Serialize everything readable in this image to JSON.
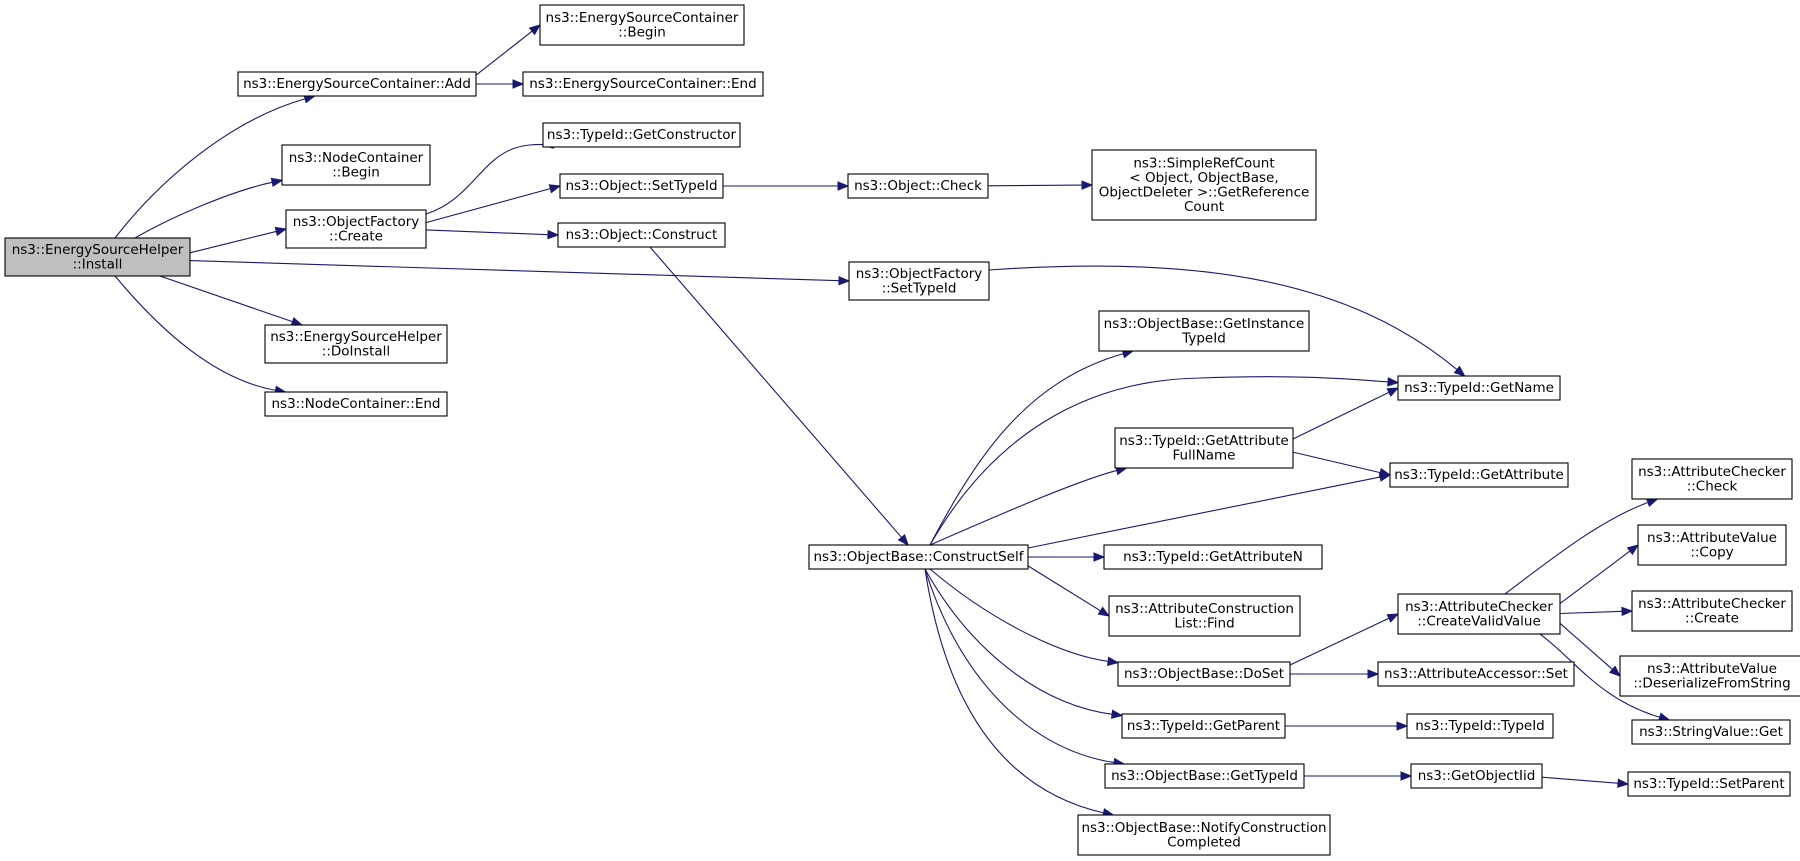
{
  "diagram": {
    "type": "call-graph",
    "colors": {
      "edge": "#191970",
      "root_fill": "#bfbfbf",
      "node_fill": "#ffffff",
      "border": "#000000"
    },
    "nodes": [
      {
        "id": "install",
        "lines": [
          "ns3::EnergySourceHelper",
          "::Install"
        ],
        "root": true
      },
      {
        "id": "esc_add",
        "lines": [
          "ns3::EnergySourceContainer::Add"
        ]
      },
      {
        "id": "esc_begin",
        "lines": [
          "ns3::EnergySourceContainer",
          "::Begin"
        ]
      },
      {
        "id": "esc_end",
        "lines": [
          "ns3::EnergySourceContainer::End"
        ]
      },
      {
        "id": "nc_begin",
        "lines": [
          "ns3::NodeContainer",
          "::Begin"
        ]
      },
      {
        "id": "of_create",
        "lines": [
          "ns3::ObjectFactory",
          "::Create"
        ]
      },
      {
        "id": "tid_getctor",
        "lines": [
          "ns3::TypeId::GetConstructor"
        ]
      },
      {
        "id": "obj_settypeid",
        "lines": [
          "ns3::Object::SetTypeId"
        ]
      },
      {
        "id": "obj_check",
        "lines": [
          "ns3::Object::Check"
        ]
      },
      {
        "id": "srefcount",
        "lines": [
          "ns3::SimpleRefCount",
          "< Object, ObjectBase,",
          "ObjectDeleter >::GetReference",
          "Count"
        ]
      },
      {
        "id": "obj_construct",
        "lines": [
          "ns3::Object::Construct"
        ]
      },
      {
        "id": "of_settypeid",
        "lines": [
          "ns3::ObjectFactory",
          "::SetTypeId"
        ]
      },
      {
        "id": "esh_doinstall",
        "lines": [
          "ns3::EnergySourceHelper",
          "::DoInstall"
        ]
      },
      {
        "id": "nc_end",
        "lines": [
          "ns3::NodeContainer::End"
        ]
      },
      {
        "id": "ob_getinst",
        "lines": [
          "ns3::ObjectBase::GetInstance",
          "TypeId"
        ]
      },
      {
        "id": "tid_getname",
        "lines": [
          "ns3::TypeId::GetName"
        ]
      },
      {
        "id": "tid_getattrfull",
        "lines": [
          "ns3::TypeId::GetAttribute",
          "FullName"
        ]
      },
      {
        "id": "tid_getattr",
        "lines": [
          "ns3::TypeId::GetAttribute"
        ]
      },
      {
        "id": "ob_constructself",
        "lines": [
          "ns3::ObjectBase::ConstructSelf"
        ]
      },
      {
        "id": "tid_getattrn",
        "lines": [
          "ns3::TypeId::GetAttributeN"
        ]
      },
      {
        "id": "acl_find",
        "lines": [
          "ns3::AttributeConstruction",
          "List::Find"
        ]
      },
      {
        "id": "ob_doset",
        "lines": [
          "ns3::ObjectBase::DoSet"
        ]
      },
      {
        "id": "aa_set",
        "lines": [
          "ns3::AttributeAccessor::Set"
        ]
      },
      {
        "id": "ac_createvalid",
        "lines": [
          "ns3::AttributeChecker",
          "::CreateValidValue"
        ]
      },
      {
        "id": "ac_check",
        "lines": [
          "ns3::AttributeChecker",
          "::Check"
        ]
      },
      {
        "id": "av_copy",
        "lines": [
          "ns3::AttributeValue",
          "::Copy"
        ]
      },
      {
        "id": "ac_create",
        "lines": [
          "ns3::AttributeChecker",
          "::Create"
        ]
      },
      {
        "id": "av_deser",
        "lines": [
          "ns3::AttributeValue",
          "::DeserializeFromString"
        ]
      },
      {
        "id": "sv_get",
        "lines": [
          "ns3::StringValue::Get"
        ]
      },
      {
        "id": "tid_getparent",
        "lines": [
          "ns3::TypeId::GetParent"
        ]
      },
      {
        "id": "tid_typeid",
        "lines": [
          "ns3::TypeId::TypeId"
        ]
      },
      {
        "id": "ob_gettypeid",
        "lines": [
          "ns3::ObjectBase::GetTypeId"
        ]
      },
      {
        "id": "getobjectiid",
        "lines": [
          "ns3::GetObjectIid"
        ]
      },
      {
        "id": "tid_setparent",
        "lines": [
          "ns3::TypeId::SetParent"
        ]
      },
      {
        "id": "ob_notify",
        "lines": [
          "ns3::ObjectBase::NotifyConstruction",
          "Completed"
        ]
      }
    ],
    "edges": [
      {
        "from": "install",
        "to": "esc_add"
      },
      {
        "from": "install",
        "to": "nc_begin"
      },
      {
        "from": "install",
        "to": "of_create"
      },
      {
        "from": "install",
        "to": "of_settypeid"
      },
      {
        "from": "install",
        "to": "esh_doinstall"
      },
      {
        "from": "install",
        "to": "nc_end"
      },
      {
        "from": "esc_add",
        "to": "esc_begin"
      },
      {
        "from": "esc_add",
        "to": "esc_end"
      },
      {
        "from": "of_create",
        "to": "tid_getctor"
      },
      {
        "from": "of_create",
        "to": "obj_settypeid"
      },
      {
        "from": "of_create",
        "to": "obj_construct"
      },
      {
        "from": "obj_settypeid",
        "to": "obj_check"
      },
      {
        "from": "obj_check",
        "to": "srefcount"
      },
      {
        "from": "obj_construct",
        "to": "ob_constructself"
      },
      {
        "from": "of_settypeid",
        "to": "tid_getname"
      },
      {
        "from": "ob_constructself",
        "to": "ob_getinst"
      },
      {
        "from": "ob_constructself",
        "to": "tid_getname"
      },
      {
        "from": "ob_constructself",
        "to": "tid_getattrfull"
      },
      {
        "from": "ob_constructself",
        "to": "tid_getattr"
      },
      {
        "from": "ob_constructself",
        "to": "tid_getattrn"
      },
      {
        "from": "ob_constructself",
        "to": "acl_find"
      },
      {
        "from": "ob_constructself",
        "to": "ob_doset"
      },
      {
        "from": "ob_constructself",
        "to": "tid_getparent"
      },
      {
        "from": "ob_constructself",
        "to": "ob_gettypeid"
      },
      {
        "from": "ob_constructself",
        "to": "ob_notify"
      },
      {
        "from": "tid_getattrfull",
        "to": "tid_getname"
      },
      {
        "from": "tid_getattrfull",
        "to": "tid_getattr"
      },
      {
        "from": "ob_doset",
        "to": "ac_createvalid"
      },
      {
        "from": "ob_doset",
        "to": "aa_set"
      },
      {
        "from": "ac_createvalid",
        "to": "ac_check"
      },
      {
        "from": "ac_createvalid",
        "to": "av_copy"
      },
      {
        "from": "ac_createvalid",
        "to": "ac_create"
      },
      {
        "from": "ac_createvalid",
        "to": "av_deser"
      },
      {
        "from": "ac_createvalid",
        "to": "sv_get"
      },
      {
        "from": "tid_getparent",
        "to": "tid_typeid"
      },
      {
        "from": "ob_gettypeid",
        "to": "getobjectiid"
      },
      {
        "from": "getobjectiid",
        "to": "tid_setparent"
      }
    ]
  }
}
